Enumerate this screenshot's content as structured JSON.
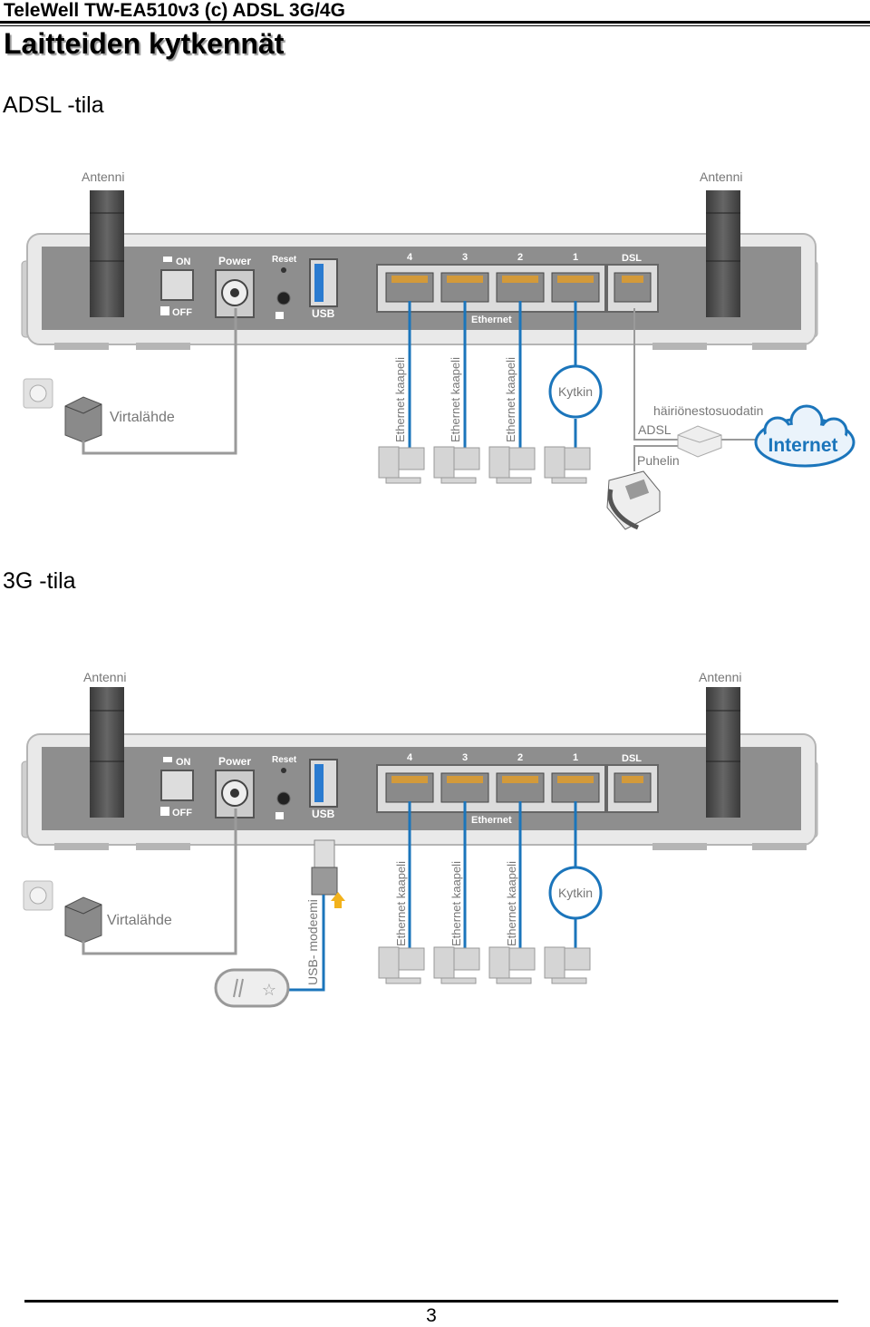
{
  "header": {
    "doc_title": "TeleWell TW-EA510v3 (c) ADSL 3G/4G"
  },
  "page_title": "Laitteiden kytkennät",
  "sections": [
    {
      "heading": "ADSL -tila"
    },
    {
      "heading": "3G -tila"
    }
  ],
  "router_labels": {
    "antenna": "Antenni",
    "on": "ON",
    "off": "OFF",
    "power": "Power",
    "reset": "Reset",
    "usb": "USB",
    "ports": [
      "4",
      "3",
      "2",
      "1"
    ],
    "dsl": "DSL",
    "ethernet": "Ethernet"
  },
  "cables": {
    "ethernet_cable": "Ethernet kaapeli",
    "switch": "Kytkin",
    "power_supply": "Virtalähde"
  },
  "adsl_labels": {
    "filter": "häiriönestosuodatin",
    "adsl": "ADSL",
    "phone": "Puhelin",
    "internet": "Internet"
  },
  "g3_labels": {
    "usb_modem": "USB- modeemi"
  },
  "colors": {
    "cable_blue": "#1b75bb",
    "router_gray": "#8e8e8e",
    "line_gray": "#9a9a9a"
  },
  "footer": {
    "page_number": "3"
  }
}
